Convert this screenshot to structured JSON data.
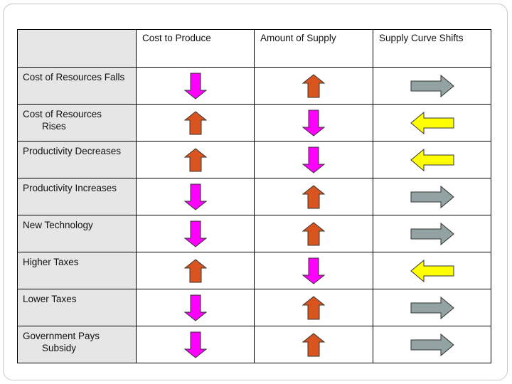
{
  "headers": [
    "Cost to Produce",
    "Amount of Supply",
    "Supply Curve Shifts"
  ],
  "rows": [
    {
      "label": "Cost of Resources Falls",
      "label2": "",
      "cost": "down",
      "supply": "up",
      "shift": "right"
    },
    {
      "label": "Cost of Resources",
      "label2": "Rises",
      "cost": "up",
      "supply": "down",
      "shift": "left"
    },
    {
      "label": "Productivity Decreases",
      "label2": "",
      "cost": "up",
      "supply": "down",
      "shift": "left"
    },
    {
      "label": "Productivity Increases",
      "label2": "",
      "cost": "down",
      "supply": "up",
      "shift": "right"
    },
    {
      "label": "New Technology",
      "label2": "",
      "cost": "down",
      "supply": "up",
      "shift": "right"
    },
    {
      "label": "Higher Taxes",
      "label2": "",
      "cost": "up",
      "supply": "down",
      "shift": "left"
    },
    {
      "label": "Lower Taxes",
      "label2": "",
      "cost": "down",
      "supply": "up",
      "shift": "right"
    },
    {
      "label": "Government Pays",
      "label2": "Subsidy",
      "cost": "down",
      "supply": "up",
      "shift": "right"
    }
  ],
  "colors": {
    "down_arrow": "#ff00ff",
    "up_arrow": "#d9541e",
    "right_arrow": "#93a3a3",
    "left_arrow": "#ffff00"
  }
}
